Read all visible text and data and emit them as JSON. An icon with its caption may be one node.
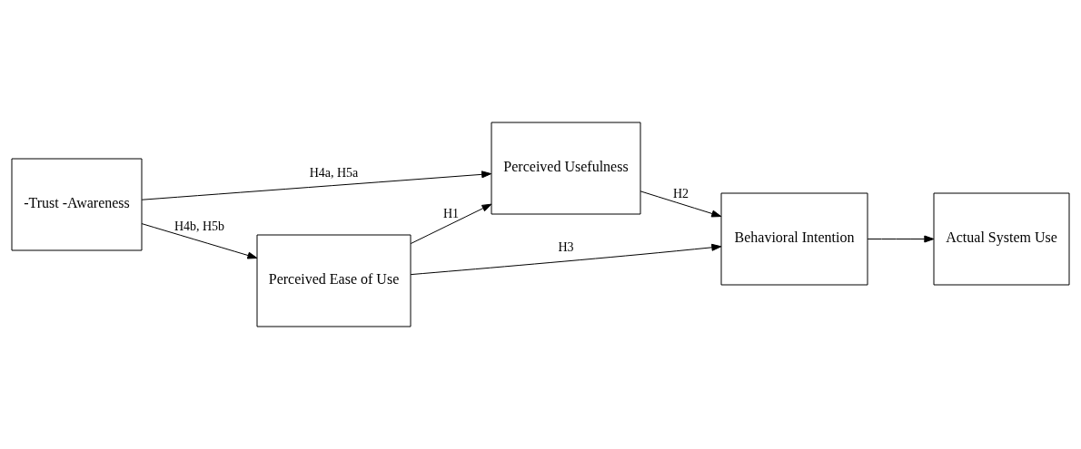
{
  "diagram": {
    "nodes": [
      {
        "text": [
          "-Trust -Awareness"
        ]
      },
      {
        "text": [
          "Perceived Usefulness"
        ]
      },
      {
        "text": [
          "Perceived Ease of Use"
        ]
      },
      {
        "text": [
          "Behavioral Intention"
        ]
      },
      {
        "text": [
          "Actual System Use"
        ]
      }
    ],
    "edges": [
      {
        "from": 0,
        "to": 1,
        "arrow": "to",
        "label": "H4a, H5a"
      },
      {
        "from": 0,
        "to": 2,
        "arrow": "to",
        "label": "H4b, H5b"
      },
      {
        "from": 2,
        "to": 1,
        "arrow": "to",
        "label": "H1"
      },
      {
        "from": 1,
        "to": 3,
        "arrow": "to",
        "label": "H2"
      },
      {
        "from": 2,
        "to": 3,
        "arrow": "to",
        "label": "H3"
      },
      {
        "from": 3,
        "to": 4,
        "arrow": "to"
      }
    ]
  }
}
